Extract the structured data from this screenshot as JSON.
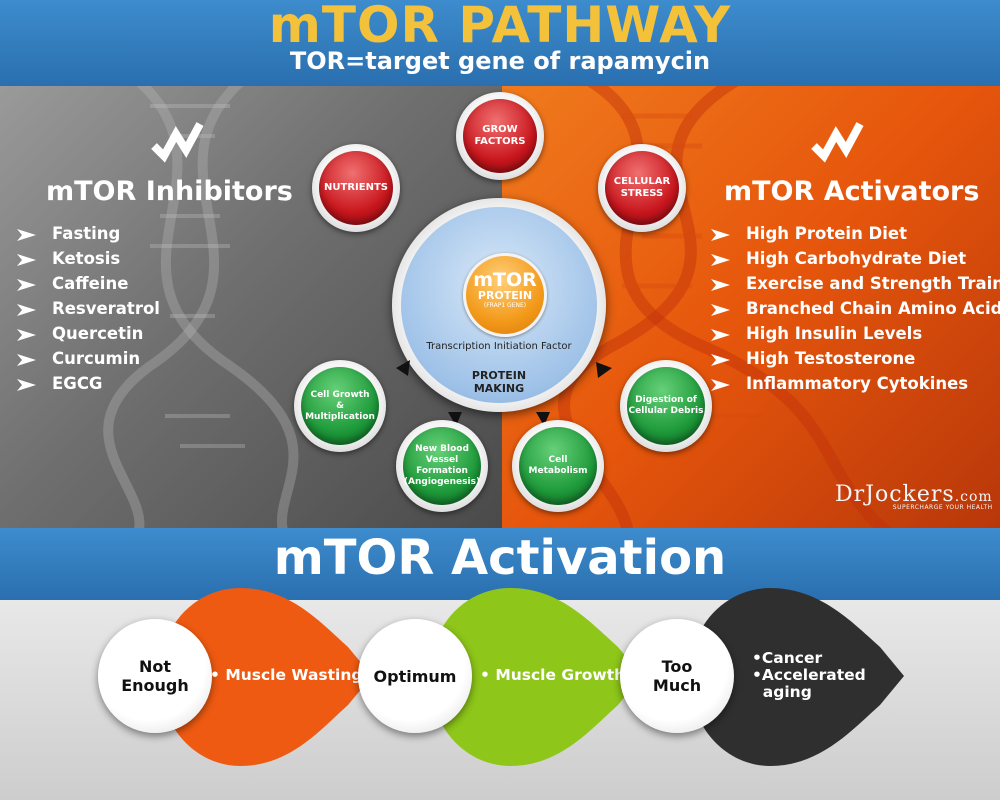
{
  "header": {
    "title": "mTOR PATHWAY",
    "subtitle": "TOR=target gene of rapamycin"
  },
  "inhibitors": {
    "title": "mTOR Inhibitors",
    "items": [
      "Fasting",
      "Ketosis",
      "Caffeine",
      "Resveratrol",
      "Quercetin",
      "Curcumin",
      "EGCG"
    ]
  },
  "activators": {
    "title": "mTOR Activators",
    "items": [
      "High Protein Diet",
      "High Carbohydrate Diet",
      "Exercise and Strength Training",
      "Branched Chain Amino Acids",
      "High Insulin Levels",
      "High Testosterone",
      "Inflammatory Cytokines"
    ]
  },
  "center": {
    "title": "mTOR",
    "subtitle": "PROTEIN",
    "gene": "(FRAP1 GENE)",
    "factor": "Transcription Initiation Factor",
    "making_line1": "PROTEIN",
    "making_line2": "MAKING"
  },
  "inputs": {
    "nutrients": "NUTRIENTS",
    "grow_1": "GROW",
    "grow_2": "FACTORS",
    "stress_1": "CELLULAR",
    "stress_2": "STRESS"
  },
  "outputs": {
    "growth_1": "Cell Growth",
    "growth_2": "& Multiplication",
    "vessel_1": "New Blood",
    "vessel_2": "Vessel Formation",
    "vessel_3": "(Angiogenesis)",
    "metab_1": "Cell",
    "metab_2": "Metabolism",
    "debris_1": "Digestion of",
    "debris_2": "Cellular Debris"
  },
  "brand": {
    "name_dr": "DrJockers",
    "name_com": ".com",
    "tagline": "SUPERCHARGE YOUR HEALTH"
  },
  "activation": {
    "title": "mTOR Activation",
    "stages": [
      {
        "line1": "Not",
        "line2": "Enough",
        "effect": "Muscle Wasting",
        "color": "#ef5a12"
      },
      {
        "line1": "Optimum",
        "line2": "",
        "effect": "Muscle Growth",
        "color": "#8ec61a"
      },
      {
        "line1": "Too",
        "line2": "Much",
        "effect_1": "Cancer",
        "effect_2": "Accelerated",
        "effect_3": "aging",
        "color": "#2f2f2f"
      }
    ]
  },
  "colors": {
    "header_blue": "#3d8ccd",
    "title_gold": "#f4c23a",
    "red_bubble": "#c8161d",
    "green_bubble": "#1e9a3a",
    "center_blue": "#9fc2e8",
    "mtor_orange": "#f39a1a"
  }
}
